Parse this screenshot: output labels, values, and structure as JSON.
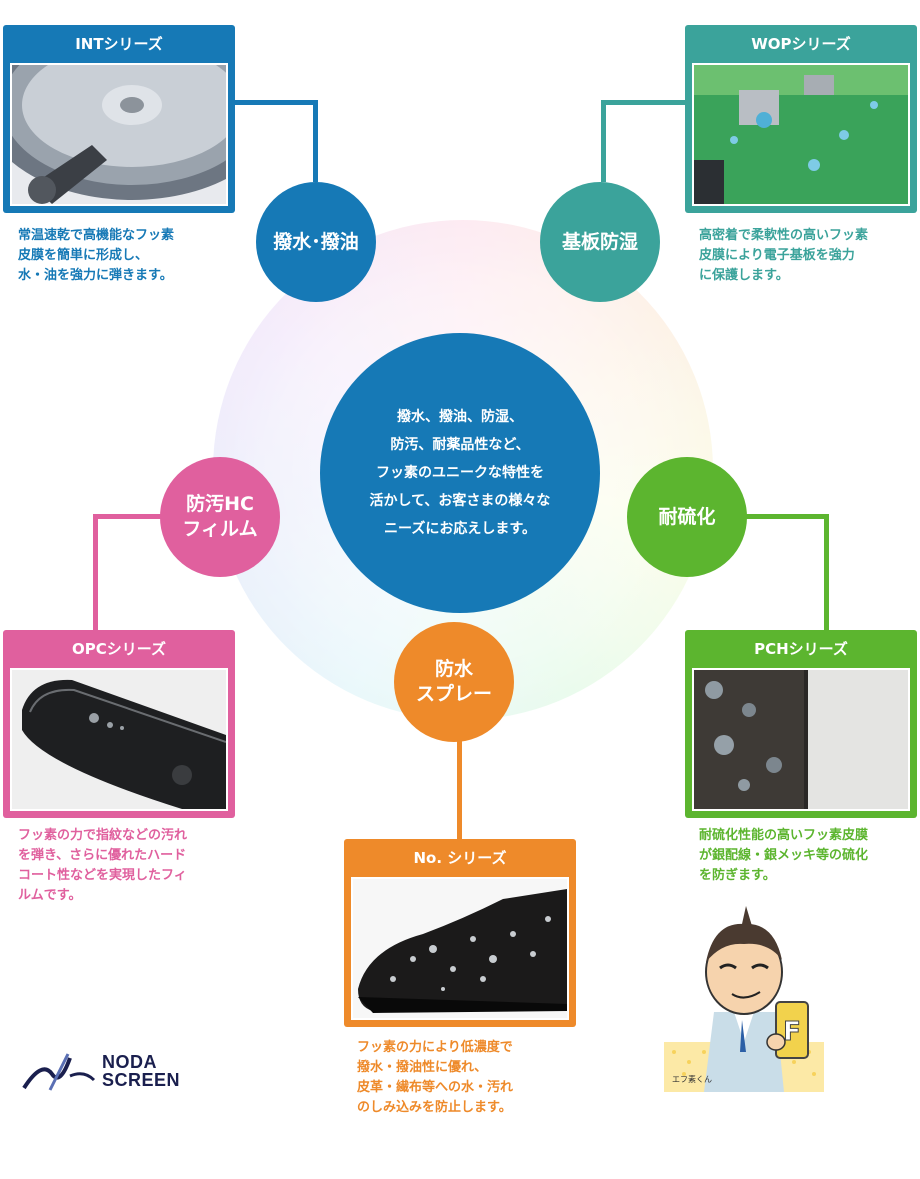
{
  "center": {
    "lines": [
      "撥水、撥油、防湿、",
      "防汚、耐薬品性など、",
      "フッ素のユニークな特性を",
      "活かして、お客さまの様々な",
      "ニーズにお応えします。"
    ],
    "color": "#1679b6"
  },
  "nodes": {
    "int": {
      "label": "撥水･撥油",
      "color": "#1679b6"
    },
    "wop": {
      "label": "基板防湿",
      "color": "#3ba39b"
    },
    "opc": {
      "line1": "防汚HC",
      "line2": "フィルム",
      "color": "#e0609e"
    },
    "pch": {
      "label": "耐硫化",
      "color": "#5cb52f"
    },
    "no": {
      "line1": "防水",
      "line2": "スプレー",
      "color": "#ee8a2a"
    }
  },
  "cards": {
    "int": {
      "title": "INTシリーズ",
      "image": "hard-disk-drive-photo",
      "desc": [
        "常温速乾で高機能なフッ素",
        "皮膜を簡単に形成し、",
        "水・油を強力に弾きます。"
      ]
    },
    "wop": {
      "title": "WOPシリーズ",
      "image": "circuit-board-water-droplets-photo",
      "desc": [
        "高密着で柔軟性の高いフッ素",
        "皮膜により電子基板を強力",
        "に保護します。"
      ]
    },
    "opc": {
      "title": "OPCシリーズ",
      "image": "smartphone-water-droplets-photo",
      "desc": [
        "フッ素の力で指紋などの汚れ",
        "を弾き、さらに優れたハード",
        "コート性などを実現したフィ",
        "ルムです。"
      ]
    },
    "pch": {
      "title": "PCHシリーズ",
      "image": "sulfidation-comparison-photo",
      "desc": [
        "耐硫化性能の高いフッ素皮膜",
        "が銀配線・銀メッキ等の硫化",
        "を防ぎます。"
      ]
    },
    "no": {
      "title": "No. シリーズ",
      "image": "leather-shoe-water-droplets-photo",
      "desc": [
        "フッ素の力により低濃度で",
        "撥水・撥油性に優れ、",
        "皮革・繊布等への水・汚れ",
        "のしみ込みを防止します。"
      ]
    }
  },
  "mascot": {
    "caption": "エフ素くん",
    "icon": "mascot-character"
  },
  "logo": {
    "line1": "NODA",
    "line2": "SCREEN",
    "icon": "noda-screen-logo"
  }
}
